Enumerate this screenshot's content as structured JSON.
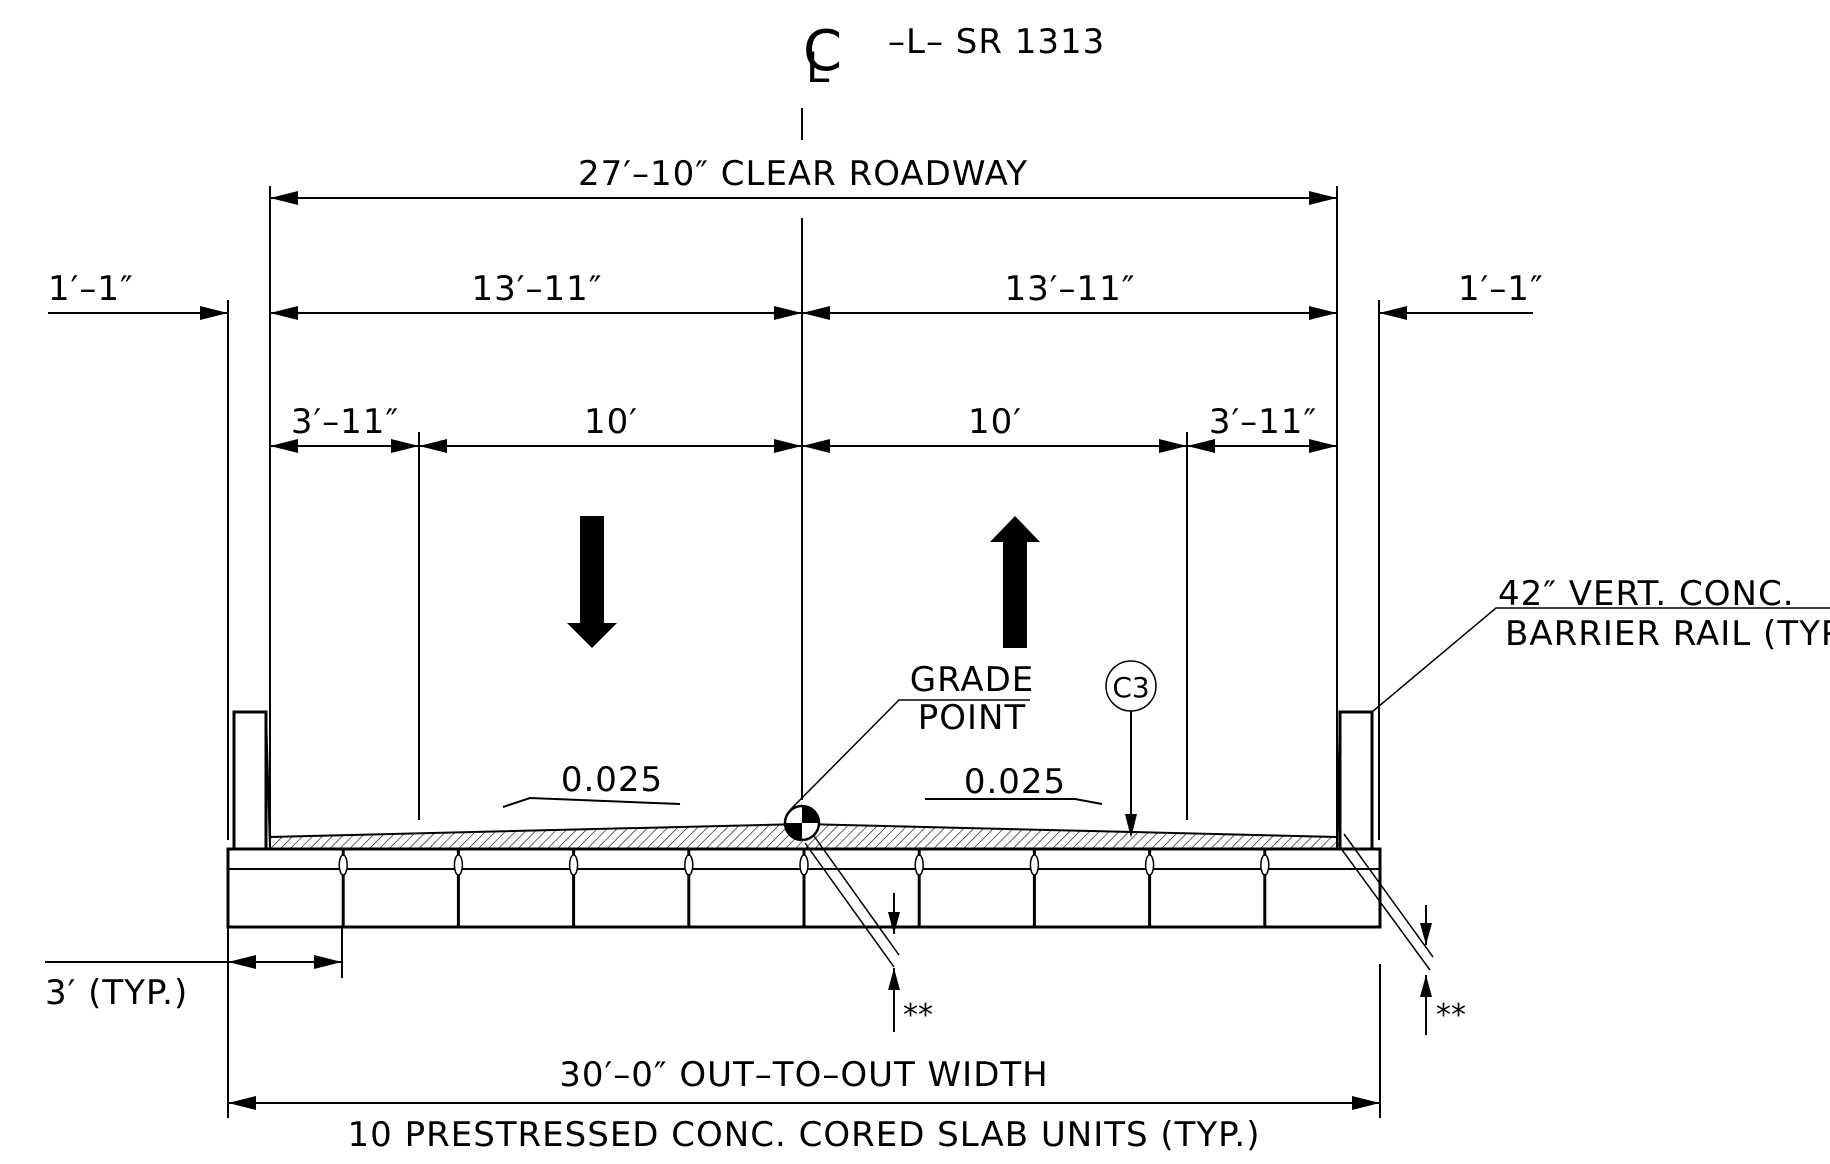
{
  "centerline": {
    "symbol": "C",
    "subscript": "L",
    "label": "–L– SR 1313"
  },
  "dimensions": {
    "clear_roadway": "27′–10″ CLEAR ROADWAY",
    "half_left": "13′–11″",
    "half_right": "13′–11″",
    "barrier_left": "1′–1″",
    "barrier_right": "1′–1″",
    "shoulder_left": "3′–11″",
    "lane_left": "10′",
    "lane_right": "10′",
    "shoulder_right": "3′–11″",
    "slab_unit_width": "3′ (TYP.)",
    "out_to_out": "30′–0″ OUT–TO–OUT WIDTH",
    "slab_units": "10 PRESTRESSED CONC. CORED SLAB UNITS (TYP.)"
  },
  "annotations": {
    "barrier_rail_line1": "42″ VERT. CONC.",
    "barrier_rail_line2": "BARRIER RAIL (TYP.)",
    "grade_point_line1": "GRADE",
    "grade_point_line2": "POINT",
    "slope_left": "0.025",
    "slope_right": "0.025",
    "callout": "C3",
    "note_left": "**",
    "note_right": "**"
  },
  "traffic": {
    "left_lane_direction": "down-arrow",
    "right_lane_direction": "up-arrow"
  },
  "slab": {
    "unit_count": 10
  }
}
